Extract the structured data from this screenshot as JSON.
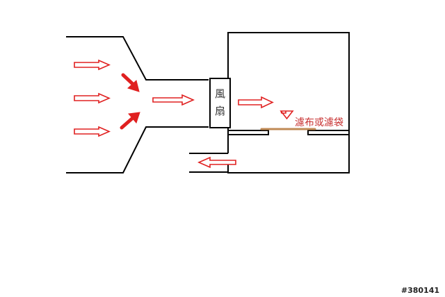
{
  "labels": {
    "fan_char_1": "風",
    "fan_char_2": "扇",
    "filter": "濾布或濾袋"
  },
  "watermark": "#380141",
  "colors": {
    "outline": "#000000",
    "arrow": "#e02020",
    "filter_strip": "#c08a55",
    "label_filter": "#c83232"
  }
}
